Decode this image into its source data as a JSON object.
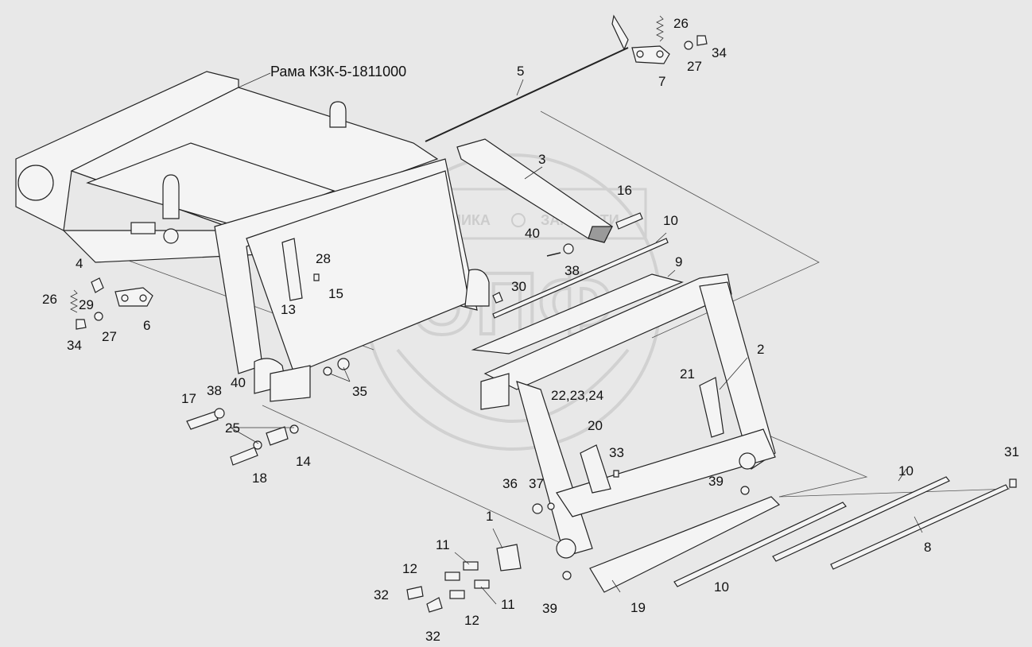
{
  "title": "Рама КЗК-5-1811000",
  "watermark": {
    "logo_letters": "ЭПФ",
    "left_text": "ТЕХНИКА",
    "right_text": "ЗАПЧАСТИ",
    "color": "#c9c9c9"
  },
  "callouts": [
    {
      "id": "c1",
      "text": "1"
    },
    {
      "id": "c2",
      "text": "2"
    },
    {
      "id": "c3",
      "text": "3"
    },
    {
      "id": "c4",
      "text": "4"
    },
    {
      "id": "c5",
      "text": "5"
    },
    {
      "id": "c6",
      "text": "6"
    },
    {
      "id": "c7",
      "text": "7"
    },
    {
      "id": "c8",
      "text": "8"
    },
    {
      "id": "c9",
      "text": "9"
    },
    {
      "id": "c10a",
      "text": "10"
    },
    {
      "id": "c10b",
      "text": "10"
    },
    {
      "id": "c10c",
      "text": "10"
    },
    {
      "id": "c11a",
      "text": "11"
    },
    {
      "id": "c11b",
      "text": "11"
    },
    {
      "id": "c12a",
      "text": "12"
    },
    {
      "id": "c12b",
      "text": "12"
    },
    {
      "id": "c13",
      "text": "13"
    },
    {
      "id": "c14",
      "text": "14"
    },
    {
      "id": "c15",
      "text": "15"
    },
    {
      "id": "c16",
      "text": "16"
    },
    {
      "id": "c17",
      "text": "17"
    },
    {
      "id": "c18",
      "text": "18"
    },
    {
      "id": "c19",
      "text": "19"
    },
    {
      "id": "c20",
      "text": "20"
    },
    {
      "id": "c21",
      "text": "21"
    },
    {
      "id": "c22",
      "text": "22,23,24"
    },
    {
      "id": "c25",
      "text": "25"
    },
    {
      "id": "c26a",
      "text": "26"
    },
    {
      "id": "c26b",
      "text": "26"
    },
    {
      "id": "c27a",
      "text": "27"
    },
    {
      "id": "c27b",
      "text": "27"
    },
    {
      "id": "c28",
      "text": "28"
    },
    {
      "id": "c29",
      "text": "29"
    },
    {
      "id": "c30",
      "text": "30"
    },
    {
      "id": "c31",
      "text": "31"
    },
    {
      "id": "c32a",
      "text": "32"
    },
    {
      "id": "c32b",
      "text": "32"
    },
    {
      "id": "c33",
      "text": "33"
    },
    {
      "id": "c34a",
      "text": "34"
    },
    {
      "id": "c34b",
      "text": "34"
    },
    {
      "id": "c35",
      "text": "35"
    },
    {
      "id": "c36",
      "text": "36"
    },
    {
      "id": "c37",
      "text": "37"
    },
    {
      "id": "c38a",
      "text": "38"
    },
    {
      "id": "c38b",
      "text": "38"
    },
    {
      "id": "c39a",
      "text": "39"
    },
    {
      "id": "c39b",
      "text": "39"
    },
    {
      "id": "c40a",
      "text": "40"
    },
    {
      "id": "c40b",
      "text": "40"
    }
  ]
}
